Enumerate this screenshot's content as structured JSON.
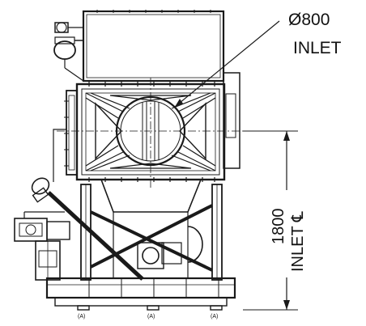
{
  "drawing": {
    "inlet_callout": {
      "diameter_label": "Ø800",
      "inlet_label": "INLET"
    },
    "height_dimension": {
      "value_label": "1800",
      "reference_label": "INLET ℄"
    },
    "foot_labels": [
      "(A)",
      "(A)",
      "(A)"
    ]
  }
}
